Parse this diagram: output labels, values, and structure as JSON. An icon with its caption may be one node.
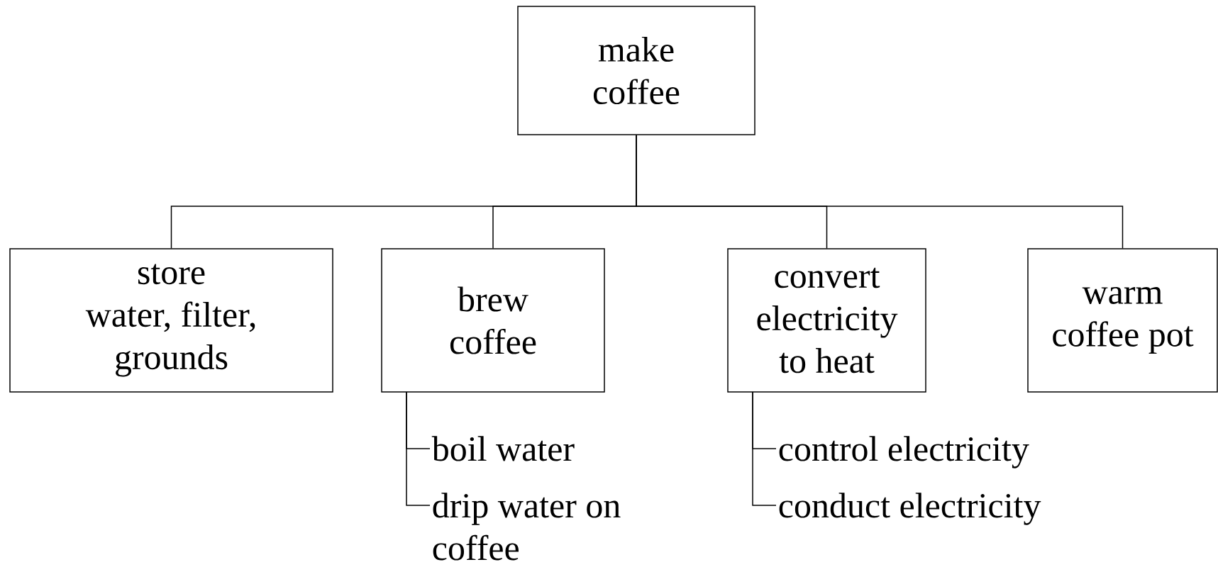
{
  "diagram": {
    "nodes": [
      {
        "text": [
          "make coffee"
        ]
      },
      {
        "text": [
          "store water, filter, grounds"
        ]
      },
      {
        "text": [
          "brew coffee"
        ]
      },
      {
        "text": [
          "convert electricity to heat"
        ]
      },
      {
        "text": [
          "warm coffee pot"
        ]
      },
      {
        "text": [
          "boil water"
        ]
      },
      {
        "text": [
          "drip water on coffee"
        ]
      },
      {
        "text": [
          "control electricity"
        ]
      },
      {
        "text": [
          "conduct electricity"
        ]
      }
    ],
    "edges": [
      {
        "from": 0,
        "to": 1,
        "arrow": "none"
      },
      {
        "from": 0,
        "to": 2,
        "arrow": "none"
      },
      {
        "from": 0,
        "to": 3,
        "arrow": "none"
      },
      {
        "from": 0,
        "to": 4,
        "arrow": "none"
      },
      {
        "from": 2,
        "to": 5,
        "arrow": "none"
      },
      {
        "from": 2,
        "to": 6,
        "arrow": "none"
      },
      {
        "from": 3,
        "to": 7,
        "arrow": "none"
      },
      {
        "from": 3,
        "to": 8,
        "arrow": "none"
      }
    ]
  }
}
